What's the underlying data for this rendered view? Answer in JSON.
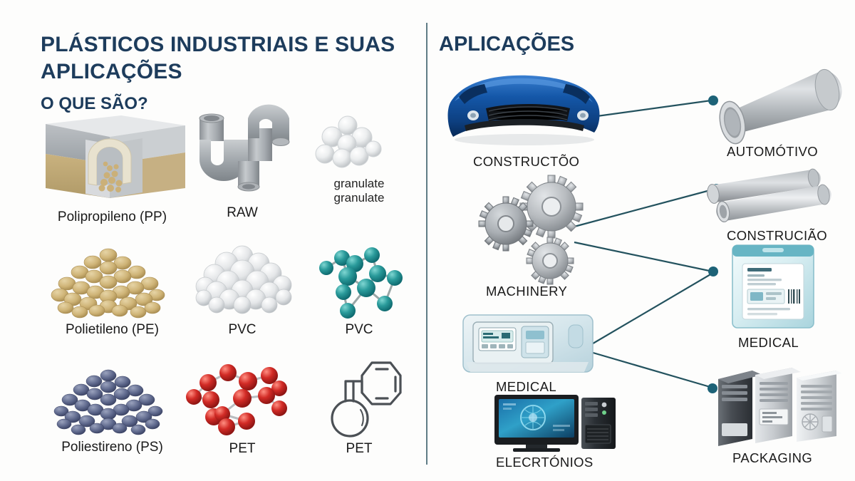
{
  "slide": {
    "background_color": "#fdfdfc",
    "heading_color": "#1d3c5c",
    "connector_color": "#23525e",
    "divider_color": "#5f7c86"
  },
  "left_panel": {
    "title": "PLÁSTICOS INDUSTRIAIS E SUAS APLICAÇÕES",
    "subtitle": "O QUE SÃO?",
    "items": [
      {
        "id": "polipropileno",
        "label": "Polipropileno (PP)",
        "icon": "tunnel-cross-section-icon"
      },
      {
        "id": "raw",
        "label": "RAW",
        "icon": "pipe-fitting-icon"
      },
      {
        "id": "granulate",
        "label": "granulate\ngranulate",
        "label_line1": "granulate",
        "label_line2": "granulate",
        "icon": "granule-cluster-icon"
      },
      {
        "id": "polietileno",
        "label": "Polietileno (PE)",
        "icon": "pellet-pile-icon"
      },
      {
        "id": "pvc-powder",
        "label": "PVC",
        "icon": "powder-heap-icon"
      },
      {
        "id": "pvc-molecule",
        "label": "PVC",
        "icon": "teal-molecule-icon"
      },
      {
        "id": "poliestireno",
        "label": "Poliestireno (PS)",
        "icon": "blue-pellet-pile-icon"
      },
      {
        "id": "pet-molecule",
        "label": "PET",
        "icon": "red-molecule-icon"
      },
      {
        "id": "pet-structure",
        "label": "PET",
        "icon": "benzene-flask-outline-icon"
      }
    ]
  },
  "right_panel": {
    "title": "APLICAÇÕES",
    "sources": [
      {
        "id": "construction",
        "label": "CONSTRUCTÕO",
        "icon": "car-bumper-icon"
      },
      {
        "id": "machinery",
        "label": "MACHINERY",
        "icon": "gears-icon"
      },
      {
        "id": "medical",
        "label": "MEDICAL",
        "icon": "medical-device-pack-icon"
      },
      {
        "id": "electronics",
        "label": "ELECRTÓNIOS",
        "icon": "desktop-computer-icon"
      }
    ],
    "targets": [
      {
        "id": "automotivo",
        "label": "AUTOMÓTIVO",
        "icon": "large-pipe-icon"
      },
      {
        "id": "construciao",
        "label": "CONSTRUCIÃO",
        "icon": "pipe-pair-icon"
      },
      {
        "id": "medical-pack",
        "label": "MEDICAL",
        "icon": "medical-pouch-icon"
      },
      {
        "id": "packaging",
        "label": "PACKAGING",
        "icon": "server-units-icon"
      }
    ]
  }
}
